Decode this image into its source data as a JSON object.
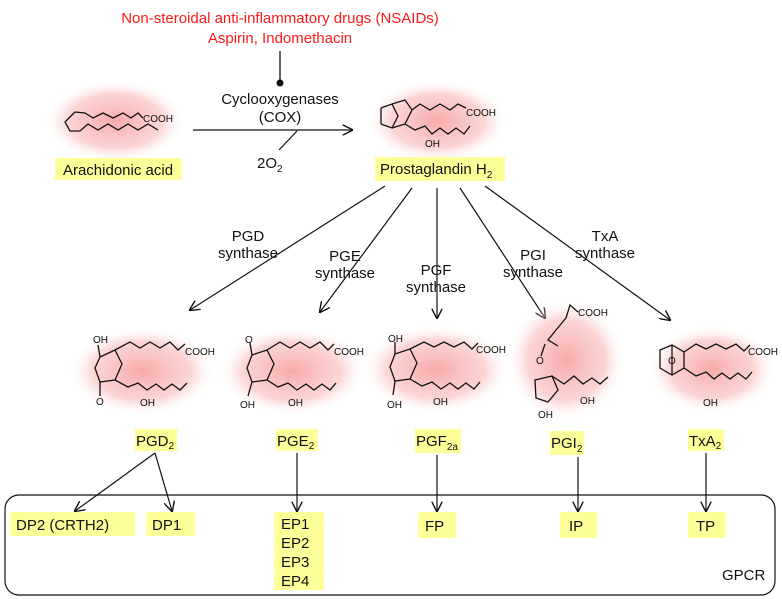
{
  "inhibitor": {
    "line1": "Non-steroidal anti-inflammatory drugs (NSAIDs)",
    "line2": "Aspirin, Indomethacin",
    "color": "#ff1a1a"
  },
  "enzyme": {
    "line1": "Cyclooxygenases",
    "line2": "(COX)",
    "cofactor": "2O",
    "cofactor_sub": "2"
  },
  "substrate": {
    "label": "Arachidonic acid",
    "group": "COOH"
  },
  "intermediate": {
    "label": "Prostaglandin H",
    "sub": "2",
    "groups": [
      "COOH",
      "OH"
    ]
  },
  "synthases": [
    {
      "line1": "PGD",
      "line2": "synthase"
    },
    {
      "line1": "PGE",
      "line2": "synthase"
    },
    {
      "line1": "PGF",
      "line2": "synthase"
    },
    {
      "line1": "PGI",
      "line2": "synthase"
    },
    {
      "line1": "TxA",
      "line2": "synthase"
    }
  ],
  "products": [
    {
      "label": "PGD",
      "sub": "2"
    },
    {
      "label": "PGE",
      "sub": "2"
    },
    {
      "label": "PGF",
      "sub": "2a"
    },
    {
      "label": "PGI",
      "sub": "2"
    },
    {
      "label": "TxA",
      "sub": "2"
    }
  ],
  "atoms": {
    "cooh": "COOH",
    "oh": "OH",
    "o": "O"
  },
  "receptors": {
    "dp2": "DP2 (CRTH2)",
    "dp1": "DP1",
    "ep": [
      "EP1",
      "EP2",
      "EP3",
      "EP4"
    ],
    "fp": "FP",
    "ip": "IP",
    "tp": "TP"
  },
  "receptor_family": "GPCR",
  "colors": {
    "highlight": "#ffff99",
    "glow": "#f7a8a8"
  }
}
